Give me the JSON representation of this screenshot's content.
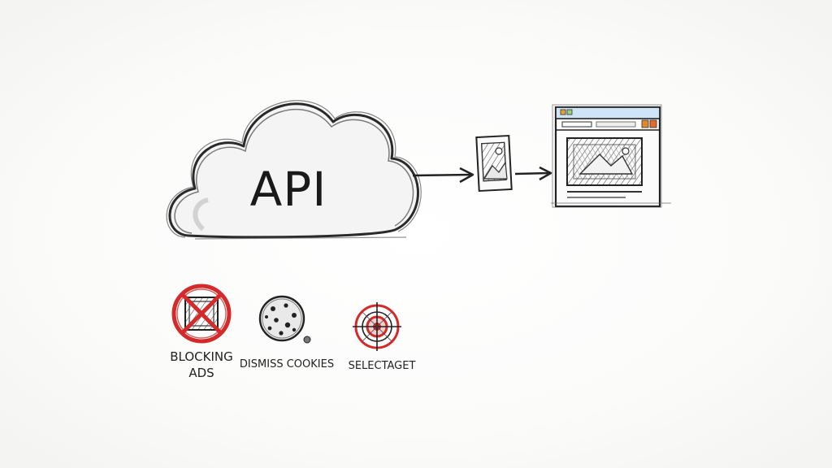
{
  "cloud": {
    "label": "API"
  },
  "features": [
    {
      "label_line1": "BLOCKING",
      "label_line2": "ADS",
      "icon": "no-ads-icon"
    },
    {
      "label": "DISMISS COOKIES",
      "icon": "cookie-icon"
    },
    {
      "label": "SELECTAGET",
      "icon": "target-icon"
    }
  ],
  "colors": {
    "accent_red": "#d42a2a",
    "ink": "#1a1a1a"
  }
}
